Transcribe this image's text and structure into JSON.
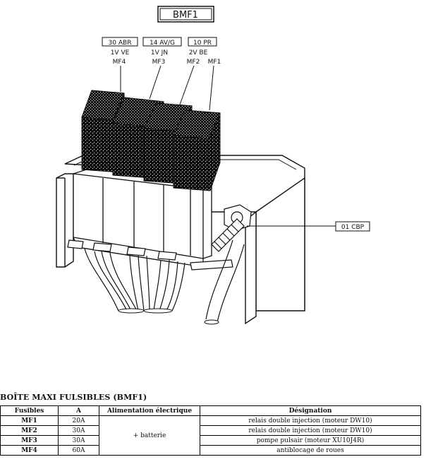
{
  "diagram": {
    "box_label": "BMF1",
    "connector_label": "01 CBP",
    "fuse_callouts": [
      {
        "code": "30 ABR",
        "wire": "1V VE",
        "fuse": "MF4"
      },
      {
        "code": "14 AV/G",
        "wire": "1V JN",
        "fuse": "MF3"
      },
      {
        "code": "10 PR",
        "wire": "2V BE",
        "fuse": "MF2"
      },
      {
        "code": "",
        "wire": "",
        "fuse": "MF1"
      }
    ]
  },
  "table": {
    "title": "BOÎTE MAXI FULSIBLES (BMF1)",
    "headers": [
      "Fusibles",
      "A",
      "Alimentation électrique",
      "Désignation"
    ],
    "rows": [
      {
        "fuse": "MF1",
        "amps": "20A",
        "designation": "relais double injection (moteur DW10)"
      },
      {
        "fuse": "MF2",
        "amps": "30A",
        "designation": "relais double injection (moteur DW10)"
      },
      {
        "fuse": "MF3",
        "amps": "30A",
        "designation": "pompe pulsair (moteur XU10J4R)"
      },
      {
        "fuse": "MF4",
        "amps": "60A",
        "designation": "antiblocage de roues"
      }
    ],
    "supply": "+ batterie"
  }
}
